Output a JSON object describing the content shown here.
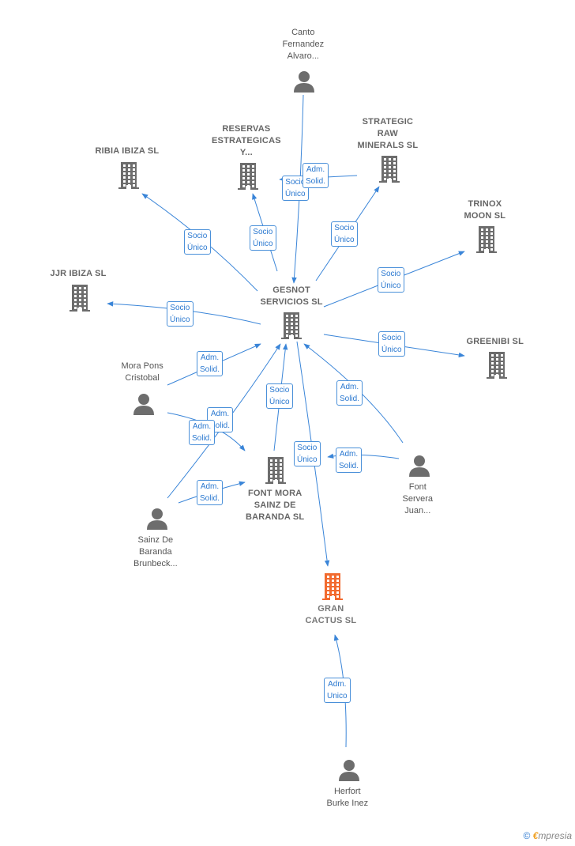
{
  "colors": {
    "edge": "#3a85d8",
    "node": "#6d6d6d",
    "focus": "#f26a2e"
  },
  "nodes": [
    {
      "id": "canto",
      "type": "person",
      "lines": [
        "Canto",
        "Fernandez",
        "Alvaro..."
      ]
    },
    {
      "id": "reservas",
      "type": "company",
      "lines": [
        "RESERVAS",
        "ESTRATEGICAS",
        "Y..."
      ]
    },
    {
      "id": "strategic",
      "type": "company",
      "lines": [
        "STRATEGIC",
        "RAW",
        "MINERALS  SL"
      ]
    },
    {
      "id": "ribia",
      "type": "company",
      "lines": [
        "RIBIA IBIZA  SL"
      ]
    },
    {
      "id": "trinox",
      "type": "company",
      "lines": [
        "TRINOX",
        "MOON  SL"
      ]
    },
    {
      "id": "jjr",
      "type": "company",
      "lines": [
        "JJR IBIZA  SL"
      ]
    },
    {
      "id": "gesnot",
      "type": "company",
      "lines": [
        "GESNOT",
        "SERVICIOS  SL"
      ]
    },
    {
      "id": "greenibi",
      "type": "company",
      "lines": [
        "GREENIBI  SL"
      ]
    },
    {
      "id": "morapons",
      "type": "person",
      "lines": [
        "Mora Pons",
        "Cristobal"
      ]
    },
    {
      "id": "fontmora",
      "type": "company",
      "lines": [
        "FONT MORA",
        "SAINZ DE",
        "BARANDA  SL"
      ]
    },
    {
      "id": "fontservera",
      "type": "person",
      "lines": [
        "Font",
        "Servera",
        "Juan..."
      ]
    },
    {
      "id": "sainz",
      "type": "person",
      "lines": [
        "Sainz De",
        "Baranda",
        "Brunbeck..."
      ]
    },
    {
      "id": "gran",
      "type": "focus",
      "lines": [
        "GRAN",
        "CACTUS  SL"
      ]
    },
    {
      "id": "herfort",
      "type": "person",
      "lines": [
        "Herfort",
        "Burke Inez"
      ]
    }
  ],
  "edges": [
    {
      "from": "canto",
      "to": "gesnot",
      "label": [
        "Socio",
        "Único"
      ]
    },
    {
      "from": "strategic",
      "to": "reservas",
      "label": [
        "Adm.",
        "Solid."
      ]
    },
    {
      "from": "gesnot",
      "to": "reservas",
      "label": [
        "Socio",
        "Único"
      ]
    },
    {
      "from": "gesnot",
      "to": "ribia",
      "label": [
        "Socio",
        "Único"
      ]
    },
    {
      "from": "gesnot",
      "to": "strategic",
      "label": [
        "Socio",
        "Único"
      ]
    },
    {
      "from": "gesnot",
      "to": "trinox",
      "label": [
        "Socio",
        "Único"
      ]
    },
    {
      "from": "gesnot",
      "to": "jjr",
      "label": [
        "Socio",
        "Único"
      ]
    },
    {
      "from": "gesnot",
      "to": "greenibi",
      "label": [
        "Socio",
        "Único"
      ]
    },
    {
      "from": "morapons",
      "to": "gesnot",
      "label": [
        "Adm.",
        "Solid."
      ]
    },
    {
      "from": "morapons",
      "to": "fontmora",
      "label": [
        "Adm.",
        "Solid."
      ]
    },
    {
      "from": "sainz",
      "to": "gesnot",
      "label": [
        "Adm.",
        "Solid."
      ]
    },
    {
      "from": "sainz",
      "to": "fontmora",
      "label": [
        "Adm.",
        "Solid."
      ]
    },
    {
      "from": "fontmora",
      "to": "gesnot",
      "label": [
        "Socio",
        "Único"
      ]
    },
    {
      "from": "fontservera",
      "to": "gesnot",
      "label": [
        "Adm.",
        "Solid."
      ]
    },
    {
      "from": "fontservera",
      "to": "fontmora",
      "label": [
        "Adm.",
        "Solid."
      ]
    },
    {
      "from": "gesnot",
      "to": "gran",
      "label": [
        "Socio",
        "Único"
      ]
    },
    {
      "from": "herfort",
      "to": "gran",
      "label": [
        "Adm.",
        "Unico"
      ]
    }
  ],
  "footer": {
    "copyright": "©",
    "brand_initial": "€",
    "brand_rest": "mpresia"
  }
}
